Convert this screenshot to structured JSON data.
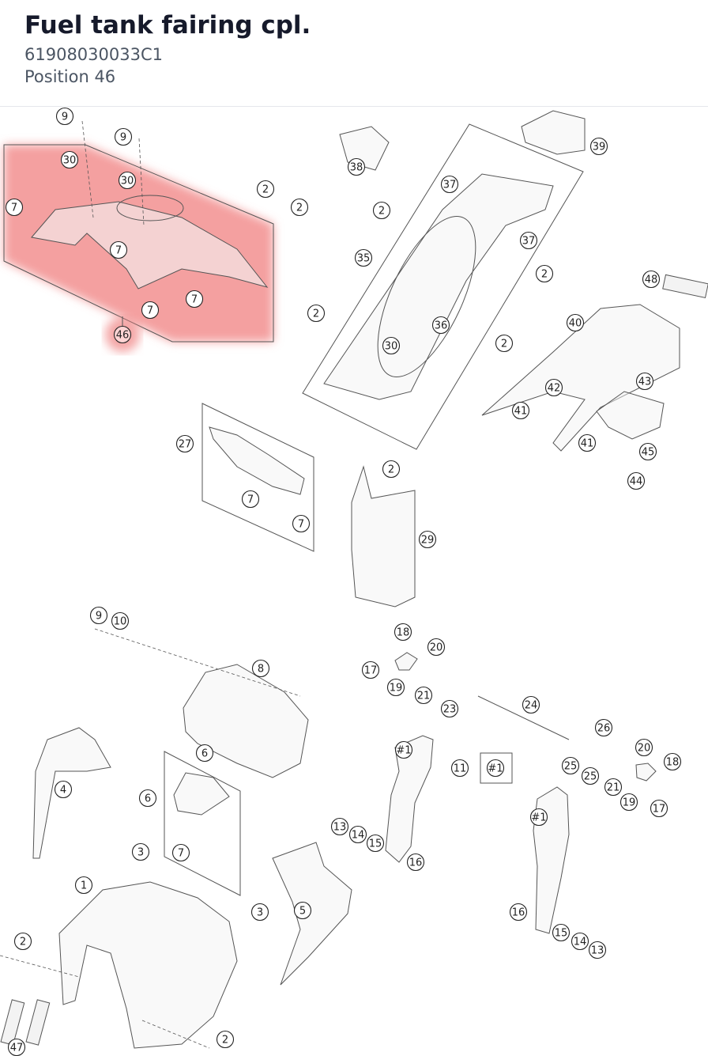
{
  "header": {
    "title": "Fuel tank fairing cpl.",
    "part_number": "61908030033C1",
    "position": "Position 46"
  },
  "highlight": {
    "color": "#f08080",
    "selected_label": "46"
  },
  "callouts": [
    {
      "label": "9"
    },
    {
      "label": "9"
    },
    {
      "label": "30"
    },
    {
      "label": "30"
    },
    {
      "label": "7"
    },
    {
      "label": "7"
    },
    {
      "label": "7"
    },
    {
      "label": "7"
    },
    {
      "label": "46",
      "selected": true
    },
    {
      "label": "2"
    },
    {
      "label": "2"
    },
    {
      "label": "38"
    },
    {
      "label": "37"
    },
    {
      "label": "2"
    },
    {
      "label": "37"
    },
    {
      "label": "35"
    },
    {
      "label": "2"
    },
    {
      "label": "2"
    },
    {
      "label": "36"
    },
    {
      "label": "30"
    },
    {
      "label": "2"
    },
    {
      "label": "39"
    },
    {
      "label": "48"
    },
    {
      "label": "40"
    },
    {
      "label": "42"
    },
    {
      "label": "43"
    },
    {
      "label": "41"
    },
    {
      "label": "41"
    },
    {
      "label": "45"
    },
    {
      "label": "44"
    },
    {
      "label": "27"
    },
    {
      "label": "7"
    },
    {
      "label": "7"
    },
    {
      "label": "2"
    },
    {
      "label": "29"
    },
    {
      "label": "9"
    },
    {
      "label": "10"
    },
    {
      "label": "8"
    },
    {
      "label": "18"
    },
    {
      "label": "20"
    },
    {
      "label": "17"
    },
    {
      "label": "19"
    },
    {
      "label": "21"
    },
    {
      "label": "23"
    },
    {
      "label": "24"
    },
    {
      "label": "26"
    },
    {
      "label": "#1"
    },
    {
      "label": "11"
    },
    {
      "label": "#1"
    },
    {
      "label": "20"
    },
    {
      "label": "18"
    },
    {
      "label": "25"
    },
    {
      "label": "25"
    },
    {
      "label": "21"
    },
    {
      "label": "19"
    },
    {
      "label": "17"
    },
    {
      "label": "4"
    },
    {
      "label": "6"
    },
    {
      "label": "6"
    },
    {
      "label": "7"
    },
    {
      "label": "13"
    },
    {
      "label": "14"
    },
    {
      "label": "15"
    },
    {
      "label": "16"
    },
    {
      "label": "#1"
    },
    {
      "label": "3"
    },
    {
      "label": "1"
    },
    {
      "label": "3"
    },
    {
      "label": "5"
    },
    {
      "label": "2"
    },
    {
      "label": "16"
    },
    {
      "label": "15"
    },
    {
      "label": "14"
    },
    {
      "label": "13"
    },
    {
      "label": "2"
    },
    {
      "label": "47"
    }
  ]
}
